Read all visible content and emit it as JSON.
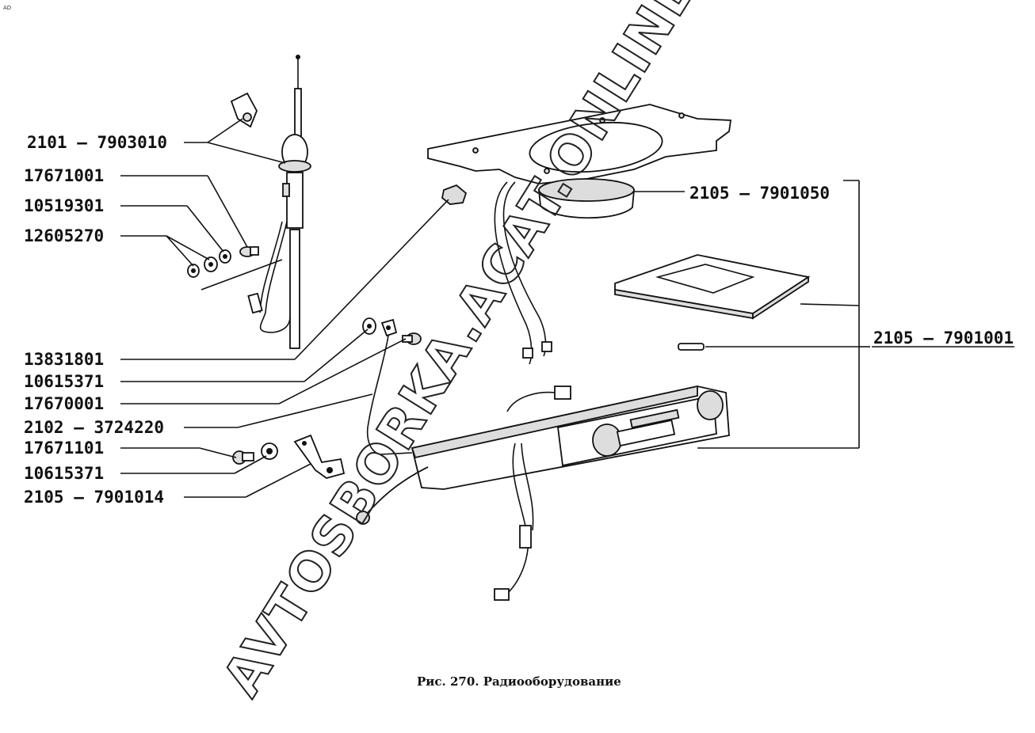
{
  "corner_mark": "AD",
  "caption": "Рис. 270. Радиооборудование",
  "watermark": "AVTOSBORKA.ACAT.ONLINE",
  "labels": {
    "antenna": "2101 – 7903010",
    "p17671001": "17671001",
    "p10519301": "10519301",
    "p12605270": "12605270",
    "p13831801": "13831801",
    "p10615371a": "10615371",
    "p17670001": "17670001",
    "p2102_3724220": "2102 – 3724220",
    "p17671101": "17671101",
    "p10615371b": "10615371",
    "p2105_7901014": "2105 – 7901014",
    "speaker": "2105 – 7901050",
    "kit": "2105 – 7901001"
  }
}
